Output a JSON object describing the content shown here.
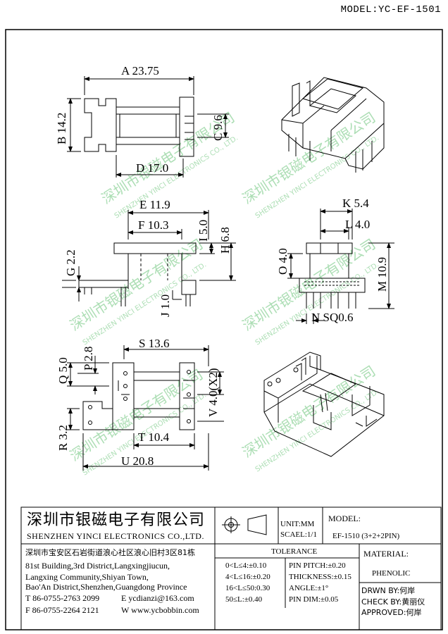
{
  "header": {
    "model": "MODEL:YC-EF-1501"
  },
  "dimensions": {
    "A": "A 23.75",
    "B": "B 14.2",
    "C": "C 9.6",
    "D": "D 17.0",
    "E": "E 11.9",
    "F": "F 10.3",
    "G": "G 2.2",
    "H": "H 6.8",
    "I": "I 5.0",
    "J": "J 1.0",
    "K": "K 5.4",
    "L": "L 4.0",
    "M": "M 10.9",
    "N": "N SQ0.6",
    "O": "O 4.0",
    "P": "P 2.8",
    "Q": "Q 5.0",
    "R": "R 3.2",
    "S": "S 13.6",
    "T": "T 10.4",
    "U": "U 20.8",
    "V": "V 4.0(X2)"
  },
  "watermark": {
    "cn": "深圳市银磁电子有限公司",
    "en": "SHENZHEN YINCI ELECTRONICS CO., LTD."
  },
  "company": {
    "name_cn": "深圳市银磁电子有限公司",
    "name_en": "SHENZHEN YINCI ELECTRONICS CO.,LTD.",
    "address_cn": "深圳市宝安区石岩街道浪心社区浪心旧村3区81栋",
    "address_en_1": "81st Building,3rd District,Langxingjiucun,",
    "address_en_2": "Langxing Community,Shiyan Town,",
    "address_en_3": "Bao'An District,Shenzhen,Guangdong Province",
    "tel": "T 86-0755-2763 2099",
    "email": "E ycdianzi@163.com",
    "fax": "F 86-0755-2264 2121",
    "web": "W www.ycbobbin.com"
  },
  "units": {
    "unit": "UNIT:MM",
    "scale": "SCAEL:1/1"
  },
  "model_block": {
    "label": "MODEL:",
    "value": "EF-1510 (3+2+2PIN)"
  },
  "tolerance": {
    "title": "TOLERANCE",
    "rows": [
      {
        "range": "0<L≤4:±0.10",
        "spec": "PIN PITCH:±0.20"
      },
      {
        "range": "4<L≤16:±0.20",
        "spec": "THICKNESS:±0.15"
      },
      {
        "range": "16<L≤50:0.30",
        "spec": "ANGLE:±1°"
      },
      {
        "range": "50≤L:±0.40",
        "spec": "PIN DIM:±0.05"
      }
    ]
  },
  "material": {
    "label": "MATERIAL:",
    "value": "PHENOLIC"
  },
  "approval": {
    "drawn": "DRWN BY:何岸",
    "check": "CHECK BY:黄丽仪",
    "approved": "APPROVED:何岸"
  }
}
